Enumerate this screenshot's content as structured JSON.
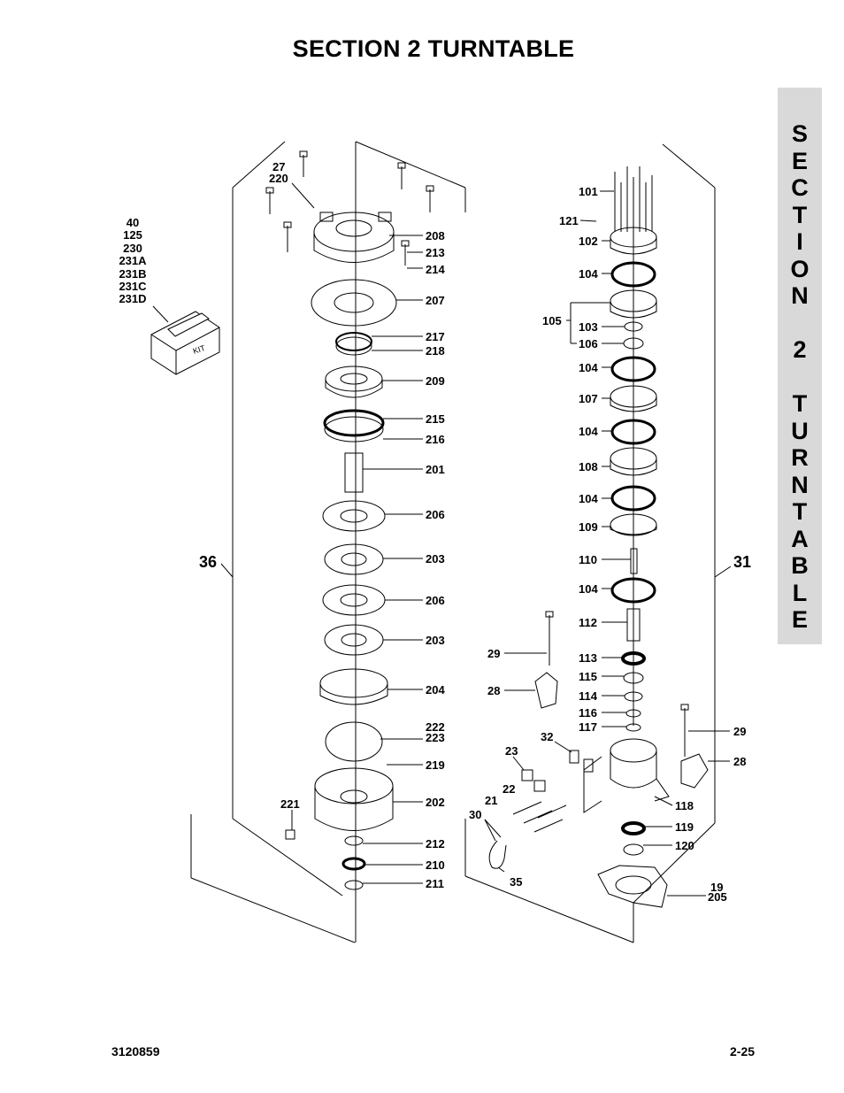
{
  "title": "SECTION 2   TURNTABLE",
  "side_tab": {
    "letters": [
      "S",
      "E",
      "C",
      "T",
      "I",
      "O",
      "N",
      " ",
      "2",
      " ",
      "T",
      "U",
      "R",
      "N",
      "T",
      "A",
      "B",
      "L",
      "E"
    ]
  },
  "kit": {
    "part_numbers": [
      "40",
      "125",
      "230",
      "231A",
      "231B",
      "231C",
      "231D"
    ],
    "box_text": "KIT"
  },
  "callouts": {
    "c27": "27",
    "c220": "220",
    "c208": "208",
    "c213": "213",
    "c214": "214",
    "c207": "207",
    "c217": "217",
    "c218": "218",
    "c209": "209",
    "c215": "215",
    "c216": "216",
    "c201": "201",
    "c206a": "206",
    "c203a": "203",
    "c206b": "206",
    "c203b": "203",
    "c204": "204",
    "c222": "222",
    "c223": "223",
    "c219": "219",
    "c221": "221",
    "c202": "202",
    "c212": "212",
    "c210": "210",
    "c211": "211",
    "c36": "36",
    "c101": "101",
    "c121": "121",
    "c102": "102",
    "c104a": "104",
    "c105": "105",
    "c103": "103",
    "c106": "106",
    "c104b": "104",
    "c107": "107",
    "c104c": "104",
    "c108": "108",
    "c104d": "104",
    "c109": "109",
    "c110": "110",
    "c104e": "104",
    "c112": "112",
    "c113": "113",
    "c115": "115",
    "c114": "114",
    "c116": "116",
    "c117": "117",
    "c29a": "29",
    "c28a": "28",
    "c29b": "29",
    "c28b": "28",
    "c32": "32",
    "c23": "23",
    "c22": "22",
    "c21": "21",
    "c30": "30",
    "c35": "35",
    "c118": "118",
    "c119": "119",
    "c120": "120",
    "c19": "19",
    "c205": "205",
    "c31": "31"
  },
  "footer": {
    "doc_number": "3120859",
    "page_number": "2-25"
  }
}
